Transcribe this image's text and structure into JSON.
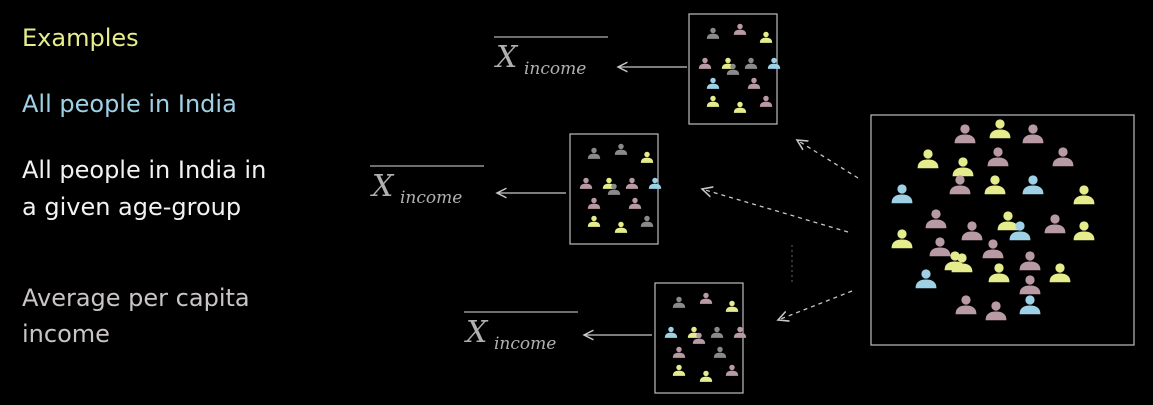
{
  "title": "Examples",
  "examples": [
    {
      "text": "All people in India",
      "color": "#9fd1e6"
    },
    {
      "lines": [
        "All people in India in",
        "a given age-group"
      ],
      "color": "#f2f2f2"
    },
    {
      "lines": [
        "Average per capita",
        "income"
      ],
      "color": "#c9c4c6"
    }
  ],
  "estimate_label": {
    "symbol": "X",
    "subscript": "income"
  },
  "icon_names": [
    "person-icon"
  ],
  "colors": {
    "yellow": "#e4ec8e",
    "blue": "#9fd1e6",
    "mauve": "#b89aa5",
    "gray": "#8a8a8a",
    "arrow": "#c8c8c8"
  }
}
